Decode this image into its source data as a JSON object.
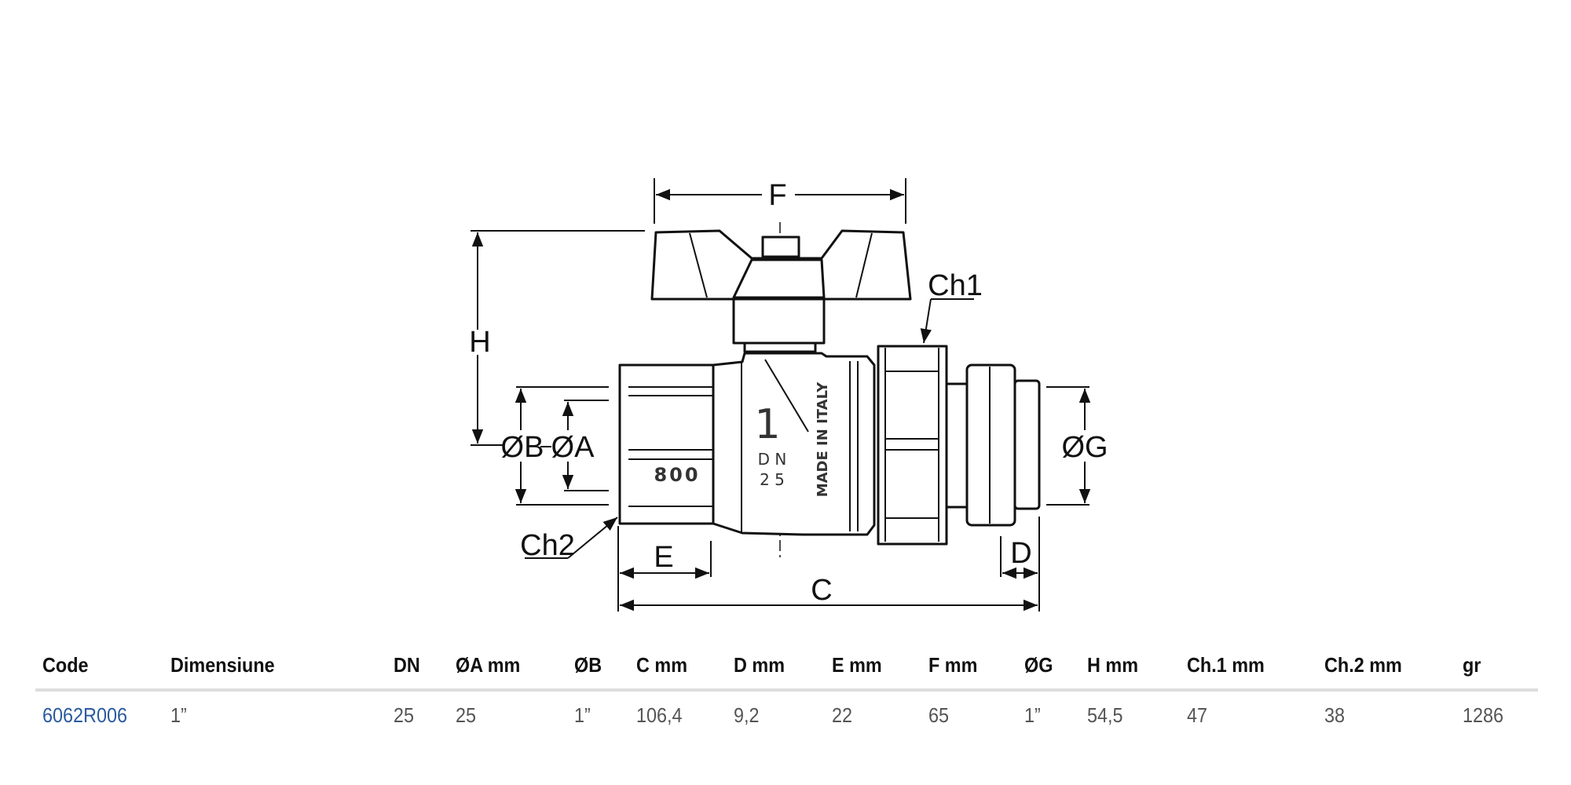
{
  "drawing": {
    "dimension_labels": {
      "F": "F",
      "H": "H",
      "B": "ØB",
      "A": "ØA",
      "G": "ØG",
      "Ch1": "Ch1",
      "Ch2": "Ch2",
      "E": "E",
      "C": "C",
      "D": "D"
    },
    "body_markings": {
      "size": "1",
      "dn_top": "D N",
      "dn_bottom": "2 5",
      "origin": "MADE IN ITALY",
      "pressure": "800"
    }
  },
  "table": {
    "headers": [
      "Code",
      "Dimensiune",
      "DN",
      "ØA mm",
      "ØB",
      "C mm",
      "D mm",
      "E mm",
      "F mm",
      "ØG",
      "H mm",
      "Ch.1 mm",
      "Ch.2 mm",
      "gr"
    ],
    "rows": [
      [
        "6062R006",
        "1”",
        "25",
        "25",
        "1”",
        "106,4",
        "9,2",
        "22",
        "65",
        "1”",
        "54,5",
        "47",
        "38",
        "1286"
      ]
    ]
  },
  "colors": {
    "code_link": "#2a5aa0",
    "text": "#111111",
    "value": "#555555"
  }
}
